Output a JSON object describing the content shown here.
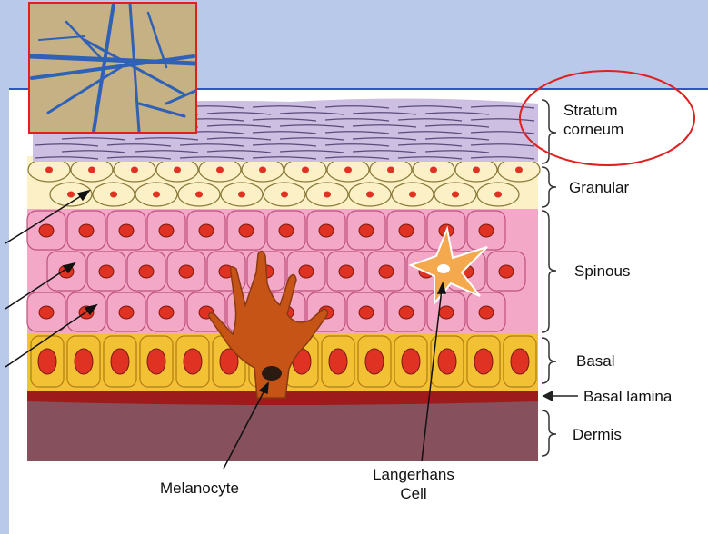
{
  "labels": {
    "stratum_corneum": [
      "Stratum",
      "corneum"
    ],
    "granular": "Granular",
    "spinous": "Spinous",
    "basal": "Basal",
    "basal_lamina": "Basal lamina",
    "dermis": "Dermis",
    "melanocyte": "Melanocyte",
    "langerhans": [
      "Langerhans",
      "Cell"
    ]
  },
  "colors": {
    "slide_background": "#b8c9ea",
    "accent_line": "#2f55c9",
    "highlight_ring": "#e02020",
    "corneum": "#cdbfe2",
    "granular": "#fbf0c6",
    "spinous": "#f2a8c6",
    "basal": "#f3c234",
    "nucleus": "#e03222",
    "basal_lamina": "#9e1b1b",
    "dermis": "#86505d",
    "melanocyte": "#c65416",
    "langerhans": "#f5a94e",
    "hyphae": "#2f62b6"
  },
  "icons": {
    "inset": "fungal-hyphae-micrograph",
    "highlight": "red-ellipse-highlight"
  }
}
